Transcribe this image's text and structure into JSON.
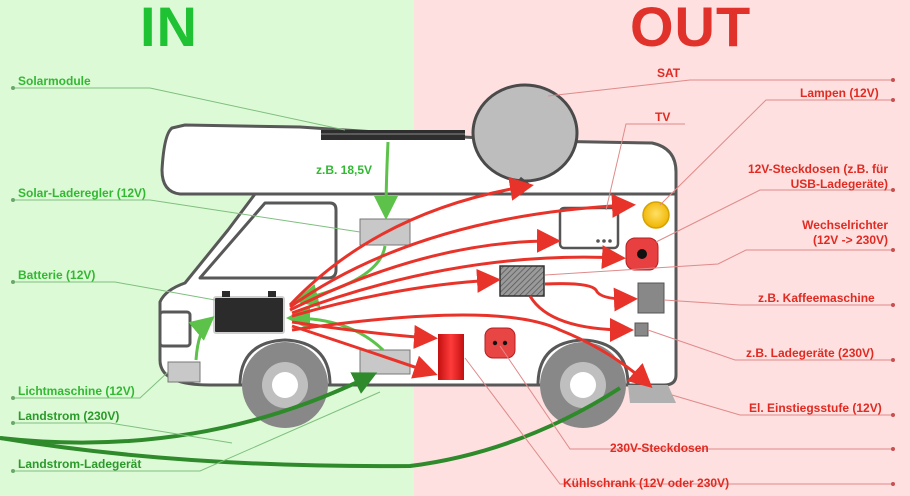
{
  "headings": {
    "in": "IN",
    "out": "OUT"
  },
  "colors": {
    "in_bg": "#ddfad6",
    "out_bg": "#fde0df",
    "in_text": "#1fc233",
    "out_text": "#e0322b",
    "arrow_red": "#e8332a",
    "arrow_green": "#5cc24a",
    "arrow_darkgreen": "#2e8a2a"
  },
  "labels_in": {
    "solarmodule": "Solarmodule",
    "solar_laderegler": "Solar-Laderegler (12V)",
    "batterie": "Batterie (12V)",
    "lichtmaschine": "Lichtmaschine (12V)",
    "landstrom": "Landstrom (230V)",
    "landstrom_ladegeraet": "Landstrom-Ladegerät"
  },
  "labels_out": {
    "sat": "SAT",
    "tv": "TV",
    "lampen": "Lampen (12V)",
    "steckdosen12_line1": "12V-Steckdosen (z.B. für",
    "steckdosen12_line2": "USB-Ladegeräte)",
    "wechselrichter_line1": "Wechselrichter",
    "wechselrichter_line2": "(12V -> 230V)",
    "kaffeemaschine": "z.B. Kaffeemaschine",
    "ladegeraete": "z.B. Ladegeräte (230V)",
    "einstiegsstufe": "El. Einstiegsstufe (12V)",
    "steckdosen230": "230V-Steckdosen",
    "kuehlschrank": "Kühlschrank (12V oder 230V)"
  },
  "solar_voltage": "z.B. 18,5V"
}
